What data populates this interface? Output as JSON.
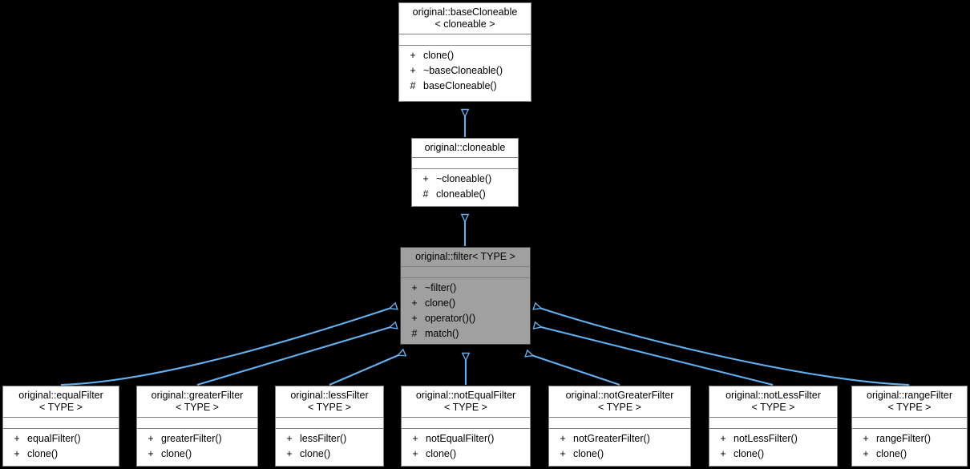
{
  "diagram": {
    "kind": "uml-class-inheritance",
    "background_color": "#000000",
    "edge_color": "#63b0f0",
    "node_fill": "#ffffff",
    "node_border": "#808080",
    "highlight_fill": "#a0a0a0",
    "highlight_border": "#404040"
  },
  "nodes": {
    "baseCloneable": {
      "title": "original::baseCloneable\n< cloneable >",
      "highlighted": false,
      "attributes": [],
      "methods": [
        {
          "visibility": "+",
          "name": "clone()"
        },
        {
          "visibility": "+",
          "name": "~baseCloneable()"
        },
        {
          "visibility": "#",
          "name": "baseCloneable()"
        }
      ]
    },
    "cloneable": {
      "title": "original::cloneable",
      "highlighted": false,
      "attributes": [],
      "methods": [
        {
          "visibility": "+",
          "name": "~cloneable()"
        },
        {
          "visibility": "#",
          "name": "cloneable()"
        }
      ]
    },
    "filter": {
      "title": "original::filter< TYPE >",
      "highlighted": true,
      "attributes": [],
      "methods": [
        {
          "visibility": "+",
          "name": "~filter()"
        },
        {
          "visibility": "+",
          "name": "clone()"
        },
        {
          "visibility": "+",
          "name": "operator()()"
        },
        {
          "visibility": "#",
          "name": "match()"
        }
      ]
    },
    "equalFilter": {
      "title": "original::equalFilter\n< TYPE >",
      "highlighted": false,
      "attributes": [],
      "methods": [
        {
          "visibility": "+",
          "name": "equalFilter()"
        },
        {
          "visibility": "+",
          "name": "clone()"
        }
      ]
    },
    "greaterFilter": {
      "title": "original::greaterFilter\n< TYPE >",
      "highlighted": false,
      "attributes": [],
      "methods": [
        {
          "visibility": "+",
          "name": "greaterFilter()"
        },
        {
          "visibility": "+",
          "name": "clone()"
        }
      ]
    },
    "lessFilter": {
      "title": "original::lessFilter\n< TYPE >",
      "highlighted": false,
      "attributes": [],
      "methods": [
        {
          "visibility": "+",
          "name": "lessFilter()"
        },
        {
          "visibility": "+",
          "name": "clone()"
        }
      ]
    },
    "notEqualFilter": {
      "title": "original::notEqualFilter\n< TYPE >",
      "highlighted": false,
      "attributes": [],
      "methods": [
        {
          "visibility": "+",
          "name": "notEqualFilter()"
        },
        {
          "visibility": "+",
          "name": "clone()"
        }
      ]
    },
    "notGreaterFilter": {
      "title": "original::notGreaterFilter\n< TYPE >",
      "highlighted": false,
      "attributes": [],
      "methods": [
        {
          "visibility": "+",
          "name": "notGreaterFilter()"
        },
        {
          "visibility": "+",
          "name": "clone()"
        }
      ]
    },
    "notLessFilter": {
      "title": "original::notLessFilter\n< TYPE >",
      "highlighted": false,
      "attributes": [],
      "methods": [
        {
          "visibility": "+",
          "name": "notLessFilter()"
        },
        {
          "visibility": "+",
          "name": "clone()"
        }
      ]
    },
    "rangeFilter": {
      "title": "original::rangeFilter\n< TYPE >",
      "highlighted": false,
      "attributes": [],
      "methods": [
        {
          "visibility": "+",
          "name": "rangeFilter()"
        },
        {
          "visibility": "+",
          "name": "clone()"
        }
      ]
    }
  },
  "edges": [
    {
      "from": "cloneable",
      "to": "baseCloneable",
      "type": "inheritance"
    },
    {
      "from": "filter",
      "to": "cloneable",
      "type": "inheritance"
    },
    {
      "from": "equalFilter",
      "to": "filter",
      "type": "inheritance"
    },
    {
      "from": "greaterFilter",
      "to": "filter",
      "type": "inheritance"
    },
    {
      "from": "lessFilter",
      "to": "filter",
      "type": "inheritance"
    },
    {
      "from": "notEqualFilter",
      "to": "filter",
      "type": "inheritance"
    },
    {
      "from": "notGreaterFilter",
      "to": "filter",
      "type": "inheritance"
    },
    {
      "from": "notLessFilter",
      "to": "filter",
      "type": "inheritance"
    },
    {
      "from": "rangeFilter",
      "to": "filter",
      "type": "inheritance"
    }
  ]
}
